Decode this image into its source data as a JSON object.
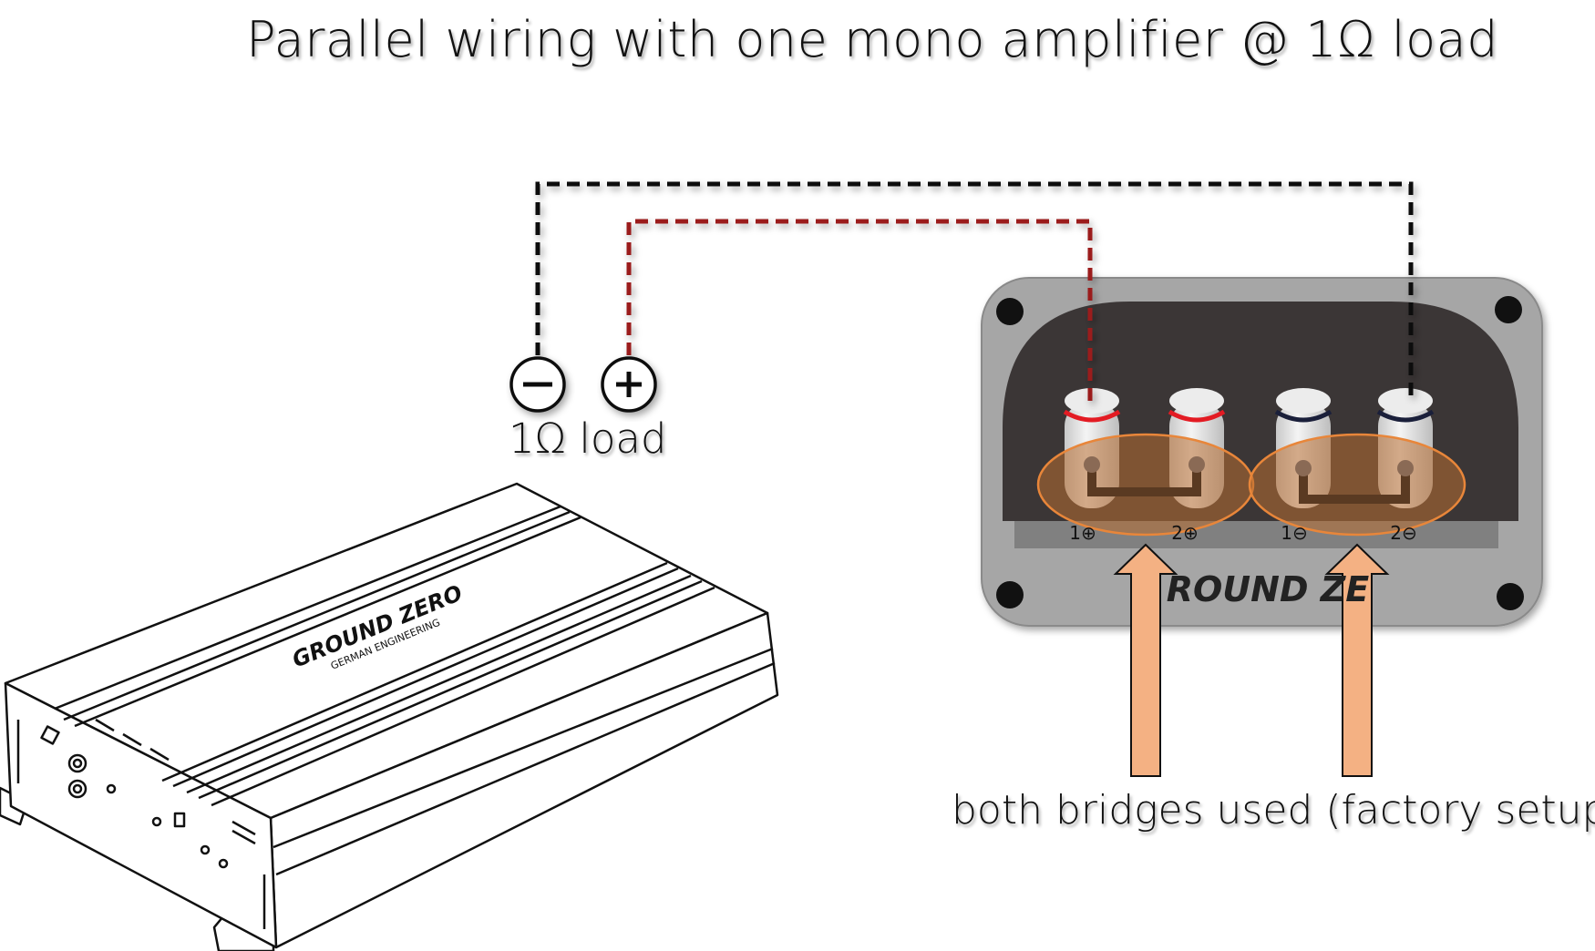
{
  "title": "Parallel wiring with one mono amplifier @ 1Ω load",
  "load_label": "1Ω load",
  "bridges_label": "both bridges used (factory setup)",
  "amplifier": {
    "brand": "GROUND ZERO",
    "tagline": "GERMAN ENGINEERING"
  },
  "terminal_block": {
    "brand": "ROUND ZE",
    "terminals": [
      "1⊕",
      "2⊕",
      "1⊖",
      "2⊖"
    ]
  },
  "symbols": {
    "minus": "minus-circle-icon",
    "plus": "plus-circle-icon"
  },
  "colors": {
    "negative_wire": "#111111",
    "positive_wire": "#9b1c1c",
    "bridge_highlight": "#e8863a",
    "arrow_fill": "#f4b183",
    "panel": "#a6a6a6",
    "panel_inner": "#3b3636"
  }
}
